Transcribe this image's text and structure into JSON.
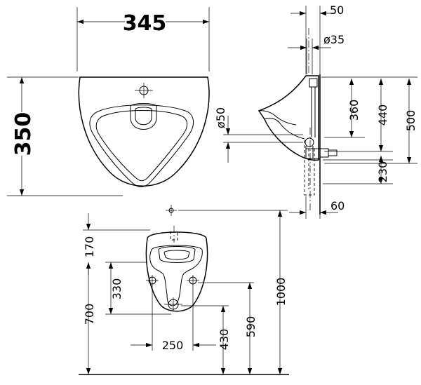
{
  "dimensions": {
    "width_345": "345",
    "height_350": "350",
    "depth_50": "50",
    "drain_dia": "ø35",
    "inlet_dia": "ø50",
    "d360": "360",
    "d440": "440",
    "d500": "500",
    "d230": "230",
    "d60": "60",
    "d170": "170",
    "d330": "330",
    "d700": "700",
    "d1000": "1000",
    "d590": "590",
    "d430": "430",
    "d250": "250"
  },
  "colors": {
    "line": "#000000",
    "background": "#ffffff"
  }
}
